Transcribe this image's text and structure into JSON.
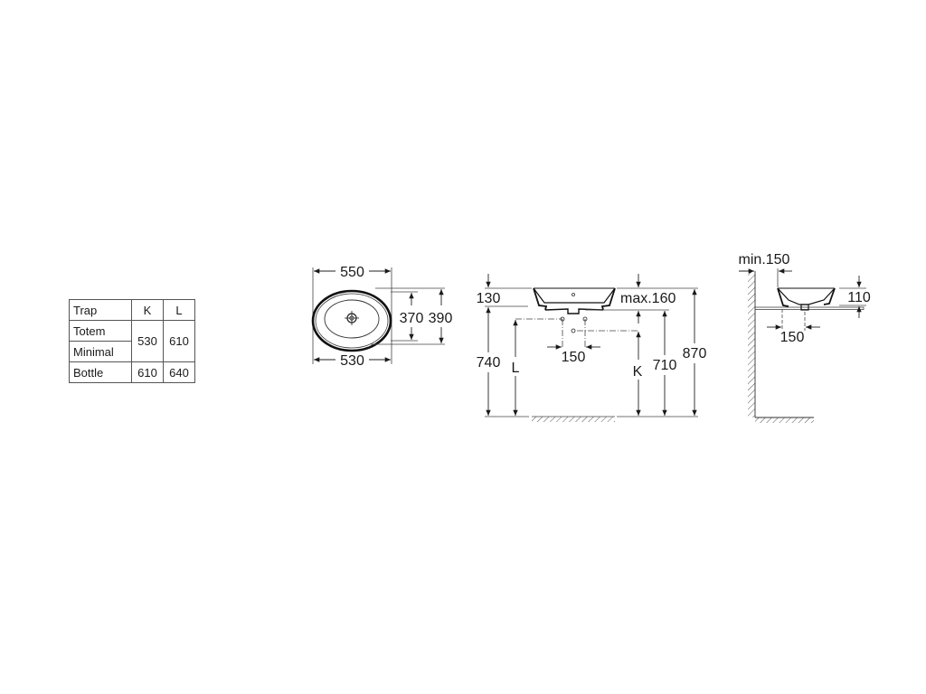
{
  "trap_table": {
    "headers": [
      "Trap",
      "K",
      "L"
    ],
    "rows": [
      {
        "labels": [
          "Totem",
          "Minimal"
        ],
        "K": "530",
        "L": "610"
      },
      {
        "labels": [
          "Bottle"
        ],
        "K": "610",
        "L": "640"
      }
    ]
  },
  "top_view": {
    "outer_width": "550",
    "inner_width": "530",
    "inner_depth": "370",
    "outer_depth": "390"
  },
  "front_view": {
    "bowl_height": "130",
    "max_tap_height": "max.160",
    "counter_height": "740",
    "trap_l": "L",
    "waste_spacing": "150",
    "trap_k": "K",
    "waste_height": "710",
    "total_height": "870"
  },
  "side_view": {
    "wall_clearance": "min.150",
    "bowl_height": "110",
    "waste_offset": "150"
  }
}
